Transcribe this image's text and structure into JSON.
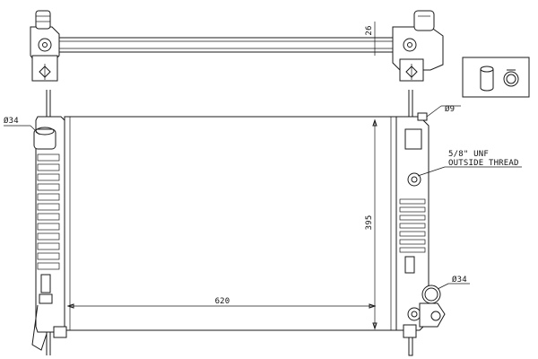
{
  "labels": {
    "dia_top_left": "Ø34",
    "dia_top_right": "Ø9",
    "thread_line1": "5/8\" UNF",
    "thread_line2": "OUTSIDE THREAD",
    "dia_bottom_right": "Ø34",
    "dim_width": "620",
    "dim_height": "395",
    "dim_top_bar": "26"
  },
  "colors": {
    "line": "#1a1a1a",
    "background": "#ffffff"
  },
  "icons": {
    "inset": [
      "cylinder-cap-icon",
      "o-ring-icon"
    ]
  }
}
